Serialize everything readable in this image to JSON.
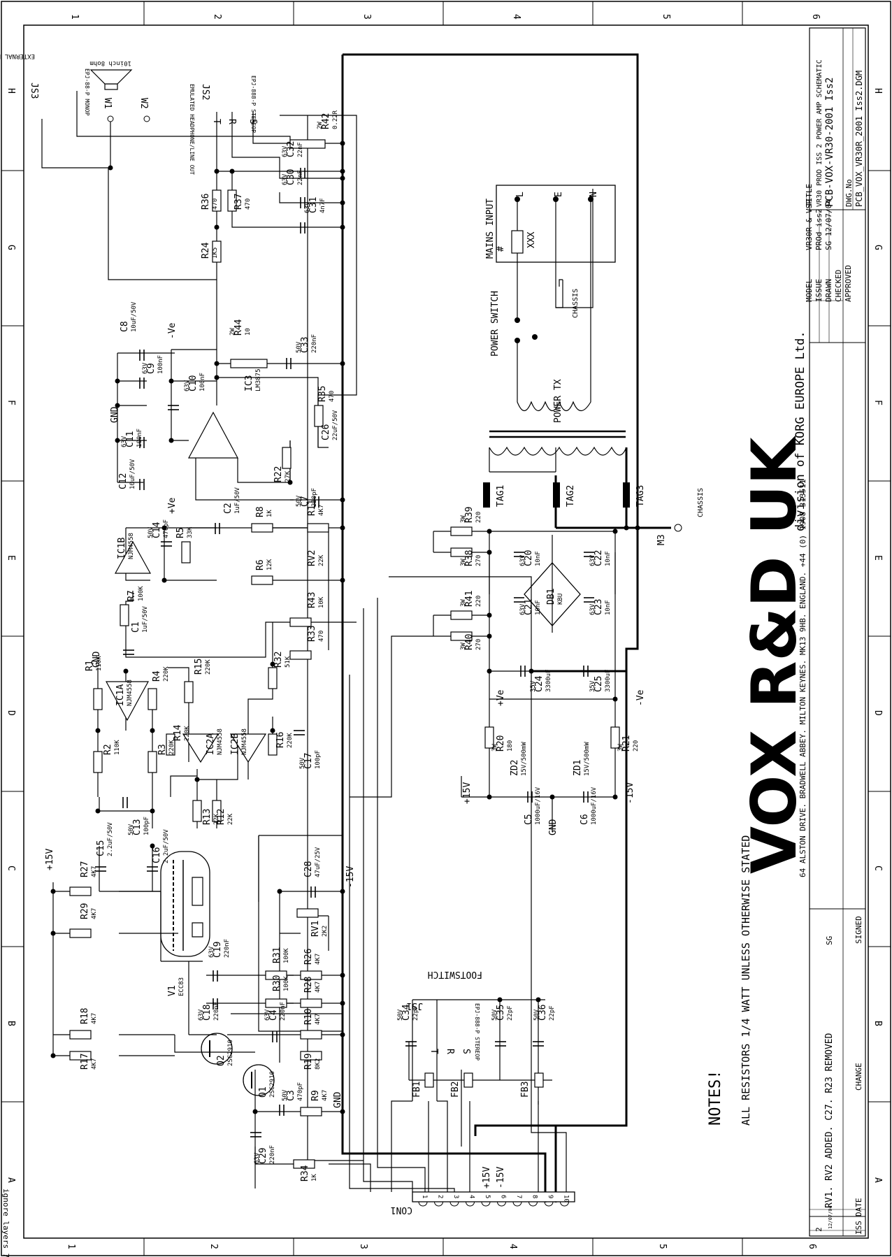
{
  "grid": {
    "columns": [
      "1",
      "2",
      "3",
      "4",
      "5",
      "6"
    ],
    "rows": [
      "H",
      "G",
      "F",
      "E",
      "D",
      "C",
      "B",
      "A"
    ]
  },
  "corner_label": "ignore layers 7",
  "brand": {
    "logo": "VOX R&D UK",
    "division": "division of KORG EUROPE Ltd.",
    "address": "64 ALSTON DRIVE. BRADWELL ABBEY. MILTON KEYNES. MK13 9HB. ENGLAND. +44 (0) 1908 313511"
  },
  "title_block": {
    "model_label": "MODEL",
    "model_value": "VR30R & VSP",
    "issue_label": "ISSUE",
    "issue_value": "PROd iss2",
    "drawn_label": "DRAWN",
    "drawn_value": "SG 12/07/04",
    "checked_label": "CHECKED",
    "approved_label": "APPROVED",
    "title_label": "TITLE",
    "title_line1": "VR30 PROD ISS 2 POWER AMP SCHEMATIC",
    "title_line2": "PCB-VOX-VR30-2001 Iss2",
    "dwg_label": "DWG.No",
    "dwg_value": "PCB_VOX_VR30R_2001 Iss2.DGM"
  },
  "revision": {
    "iss": "2",
    "date": "12/07/04",
    "change": "RV1. RV2 ADDED. C27. R23 REMOVED",
    "signed": "SG",
    "headers": {
      "iss": "ISS",
      "date": "DATE",
      "change": "CHANGE",
      "signed": "SIGNED"
    }
  },
  "notes": {
    "title": "NOTES!",
    "line1": "ALL RESISTORS 1/4 WATT UNLESS OTHERWISE STATED"
  },
  "mains": {
    "title": "MAINS INPUT",
    "terminals": [
      "L",
      "E",
      "N"
    ],
    "fuse": "XXX",
    "fuse_mark": "#",
    "chassis": "CHASSIS",
    "power_switch": "POWER SWITCH",
    "power_tx": "POWER TX",
    "tags": [
      "TAG1",
      "TAG2",
      "TAG3"
    ],
    "chassis2": "CHASSIS",
    "m3": "M3"
  },
  "jacks": {
    "js3": "JS3",
    "ext_speaker": "EXTERNAL LOUDSPEAKER",
    "js3_part": "EPJ-88-P MONOP",
    "speaker": "10inch 8ohm",
    "w1": "W1",
    "w2": "W2",
    "js2": "JS2",
    "emulated": "EMULATED HEADPHONE/LINE OUT",
    "js2_part": "EPJ-888-P STEREOP",
    "trs": [
      "T",
      "R",
      "S"
    ],
    "js1": "JS1",
    "js1_part": "EPJ-888-P STEREOP",
    "footswitch": "FOOTSWITCH",
    "con1": "CON1",
    "con_pins": [
      "1",
      "2",
      "3",
      "4",
      "5",
      "6",
      "7",
      "8",
      "9",
      "10"
    ]
  },
  "rails": {
    "pos15": "+15V",
    "neg15": "-15V",
    "gnd": "GND",
    "pve": "+Ve",
    "nve": "-Ve"
  },
  "components": {
    "R42": {
      "ref": "R42",
      "val": "0.22R",
      "extra": "2W"
    },
    "C32": {
      "ref": "C32",
      "val": "22nF",
      "extra": "63V"
    },
    "C30": {
      "ref": "C30",
      "val": "22nF",
      "extra": "63V"
    },
    "C31": {
      "ref": "C31",
      "val": "4n7F",
      "extra": "63V"
    },
    "R36": {
      "ref": "R36",
      "val": "470"
    },
    "R37": {
      "ref": "R37",
      "val": "470"
    },
    "R24": {
      "ref": "R24",
      "val": "1K5"
    },
    "R44": {
      "ref": "R44",
      "val": "10",
      "extra": "2W"
    },
    "C33": {
      "ref": "C33",
      "val": "220nF",
      "extra": "50V"
    },
    "C8": {
      "ref": "C8",
      "val": "10uF/50V"
    },
    "C9": {
      "ref": "C9",
      "val": "100nF",
      "extra": "63V"
    },
    "C10": {
      "ref": "C10",
      "val": "100nF",
      "extra": "63V"
    },
    "C11": {
      "ref": "C11",
      "val": "100nF",
      "extra": "63V"
    },
    "C12": {
      "ref": "C12",
      "val": "10uF/50V"
    },
    "IC3": {
      "ref": "IC3",
      "val": "LM3875"
    },
    "R22": {
      "ref": "R22",
      "val": "27K"
    },
    "R35": {
      "ref": "R35",
      "val": "470"
    },
    "C26": {
      "ref": "C26",
      "val": "22uF/50V"
    },
    "C7": {
      "ref": "C7",
      "val": "220pF",
      "extra": "50V"
    },
    "C2": {
      "ref": "C2",
      "val": "1uF/50V"
    },
    "R8": {
      "ref": "R8",
      "val": "1K"
    },
    "R11": {
      "ref": "R11",
      "val": "4K7"
    },
    "C14": {
      "ref": "C14",
      "val": "470pF",
      "extra": "50V"
    },
    "R5": {
      "ref": "R5",
      "val": "33K"
    },
    "IC1B": {
      "ref": "IC1B",
      "val": "NJM4558"
    },
    "R6": {
      "ref": "R6",
      "val": "12K"
    },
    "RV2": {
      "ref": "RV2",
      "val": "22K"
    },
    "R7": {
      "ref": "R7",
      "val": "100K"
    },
    "R43": {
      "ref": "R43",
      "val": "10K"
    },
    "C1": {
      "ref": "C1",
      "val": "1uF/50V"
    },
    "R33": {
      "ref": "R33",
      "val": "470"
    },
    "R1": {
      "ref": "R1",
      "val": "110K"
    },
    "IC1A": {
      "ref": "IC1A",
      "val": "NJM4558"
    },
    "R4": {
      "ref": "R4",
      "val": "220K"
    },
    "R15": {
      "ref": "R15",
      "val": "220K"
    },
    "R32": {
      "ref": "R32",
      "val": "51K"
    },
    "R2": {
      "ref": "R2",
      "val": "110K"
    },
    "R3": {
      "ref": "R3",
      "val": "220K"
    },
    "R14": {
      "ref": "R14",
      "val": "220K"
    },
    "IC2A": {
      "ref": "IC2A",
      "val": "NJM4558"
    },
    "IC2B": {
      "ref": "IC2B",
      "val": "NJM4558"
    },
    "R16": {
      "ref": "R16",
      "val": "220K"
    },
    "C17": {
      "ref": "C17",
      "val": "100pF",
      "extra": "50V"
    },
    "C13": {
      "ref": "C13",
      "val": "100pF",
      "extra": "50V"
    },
    "R13": {
      "ref": "R13",
      "val": "22K"
    },
    "R12": {
      "ref": "R12",
      "val": "22K"
    },
    "C15": {
      "ref": "C15",
      "val": "2.2uF/50V"
    },
    "C16": {
      "ref": "C16",
      "val": "2.2uF/50V"
    },
    "R27": {
      "ref": "R27",
      "val": "4K7"
    },
    "R29": {
      "ref": "R29",
      "val": "4K7"
    },
    "V1": {
      "ref": "V1",
      "val": "ECC83"
    },
    "C28": {
      "ref": "C28",
      "val": "47uF/25V"
    },
    "RV1": {
      "ref": "RV1",
      "val": "2K2"
    },
    "R26": {
      "ref": "R26",
      "val": "4K7"
    },
    "R31": {
      "ref": "R31",
      "val": "100K"
    },
    "C19": {
      "ref": "C19",
      "val": "220nF",
      "extra": "63V"
    },
    "R28": {
      "ref": "R28",
      "val": "4K7"
    },
    "R30": {
      "ref": "R30",
      "val": "100K"
    },
    "C18": {
      "ref": "C18",
      "val": "220nF",
      "extra": "63V"
    },
    "R10": {
      "ref": "R10",
      "val": "4K7"
    },
    "C4": {
      "ref": "C4",
      "val": "220nF",
      "extra": "63V"
    },
    "R19": {
      "ref": "R19",
      "val": "8K2"
    },
    "Q2": {
      "ref": "Q2",
      "val": "2SC2910"
    },
    "Q1": {
      "ref": "Q1",
      "val": "2SC2910"
    },
    "R18": {
      "ref": "R18",
      "val": "4K7"
    },
    "R17": {
      "ref": "R17",
      "val": "4K7"
    },
    "R9": {
      "ref": "R9",
      "val": "4K7"
    },
    "C3": {
      "ref": "C3",
      "val": "470pF",
      "extra": "50V"
    },
    "C29": {
      "ref": "C29",
      "val": "220nF",
      "extra": "63V"
    },
    "R34": {
      "ref": "R34",
      "val": "1K"
    },
    "R39": {
      "ref": "R39",
      "val": "220",
      "extra": "3W"
    },
    "R38": {
      "ref": "R38",
      "val": "270",
      "extra": "3W"
    },
    "R41": {
      "ref": "R41",
      "val": "220",
      "extra": "3W"
    },
    "R40": {
      "ref": "R40",
      "val": "270",
      "extra": "3W"
    },
    "C20": {
      "ref": "C20",
      "val": "10nF",
      "extra": "63V"
    },
    "C22": {
      "ref": "C22",
      "val": "10nF",
      "extra": "63V"
    },
    "C21": {
      "ref": "C21",
      "val": "10nF",
      "extra": "63V"
    },
    "C23": {
      "ref": "C23",
      "val": "10nF",
      "extra": "63V"
    },
    "DB1": {
      "ref": "DB1",
      "val": "KBU"
    },
    "C24": {
      "ref": "C24",
      "val": "3300uF",
      "extra": "35V"
    },
    "C25": {
      "ref": "C25",
      "val": "3300uF",
      "extra": "35V"
    },
    "R20": {
      "ref": "R20",
      "val": "180",
      "extra": "3W"
    },
    "R21": {
      "ref": "R21",
      "val": "220",
      "extra": "3W"
    },
    "ZD2": {
      "ref": "ZD2",
      "val": "15V/500mW"
    },
    "ZD1": {
      "ref": "ZD1",
      "val": "15V/500mW"
    },
    "C5": {
      "ref": "C5",
      "val": "1000uF/16V"
    },
    "C6": {
      "ref": "C6",
      "val": "1000uF/16V"
    },
    "C34": {
      "ref": "C34",
      "val": "22pF",
      "extra": "50V"
    },
    "C35": {
      "ref": "C35",
      "val": "22pF",
      "extra": "50V"
    },
    "C36": {
      "ref": "C36",
      "val": "22pF",
      "extra": "50V"
    },
    "FB1": {
      "ref": "FB1"
    },
    "FB2": {
      "ref": "FB2"
    },
    "FB3": {
      "ref": "FB3"
    }
  }
}
